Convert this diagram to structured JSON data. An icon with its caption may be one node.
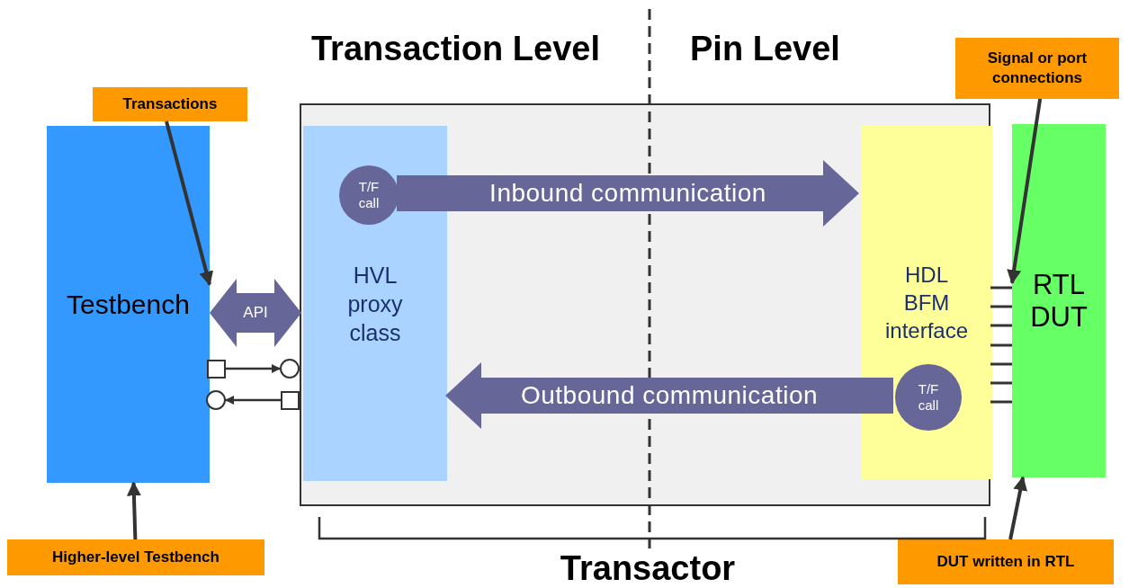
{
  "diagram": {
    "nodes": [
      {
        "text": [
          "Transactions"
        ]
      },
      {
        "text": [
          "Signal or port connections"
        ]
      },
      {
        "text": [
          "Testbench"
        ]
      },
      {
        "text": [],
        "shape": "box",
        "beside": [
          "Transactor"
        ]
      },
      {
        "text": [
          "HVL proxy class"
        ],
        "in": 3
      },
      {
        "text": [
          "T/F call"
        ],
        "in": 4
      },
      {
        "text": [
          "HDL BFM interface"
        ],
        "in": 3
      },
      {
        "text": [
          "T/F call"
        ],
        "in": 6
      },
      {
        "text": [
          "RTL DUT"
        ]
      },
      {
        "text": [],
        "shape": "box"
      },
      {
        "text": [],
        "shape": "circle"
      },
      {
        "text": [],
        "shape": "circle"
      },
      {
        "text": [],
        "shape": "box"
      },
      {
        "text": [
          "Higher-level Testbench"
        ]
      },
      {
        "text": [
          "DUT written in RTL"
        ]
      }
    ],
    "edges": [
      {
        "from": 2,
        "to": 4,
        "arrow": "both",
        "label": "API",
        "style": "thick",
        "color": "#666699"
      },
      {
        "from": 5,
        "to": 6,
        "arrow": "to",
        "label": "Inbound communication",
        "style": "thick",
        "color": "#666699"
      },
      {
        "from": 7,
        "to": 4,
        "arrow": "to",
        "label": "Outbound communication",
        "style": "thick",
        "color": "#666699"
      },
      {
        "from": 9,
        "to": 10,
        "arrow": "to"
      },
      {
        "from": 12,
        "to": 11,
        "arrow": "to"
      },
      {
        "from": 6,
        "to": 8,
        "arrow": "none"
      },
      {
        "from": 6,
        "to": 8,
        "arrow": "none"
      },
      {
        "from": 6,
        "to": 8,
        "arrow": "none"
      },
      {
        "from": 6,
        "to": 8,
        "arrow": "none"
      },
      {
        "from": 6,
        "to": 8,
        "arrow": "none"
      },
      {
        "from": 6,
        "to": 8,
        "arrow": "none"
      },
      {
        "from": 6,
        "to": 8,
        "arrow": "none"
      },
      {
        "from": 0,
        "to": 2,
        "arrow": "to"
      },
      {
        "from": 1,
        "to": 8,
        "arrow": "to"
      },
      {
        "from": 13,
        "to": 2,
        "arrow": "to"
      },
      {
        "from": 14,
        "to": 8,
        "arrow": "to"
      }
    ],
    "labels": [
      "Transaction Level",
      "Pin Level"
    ]
  }
}
